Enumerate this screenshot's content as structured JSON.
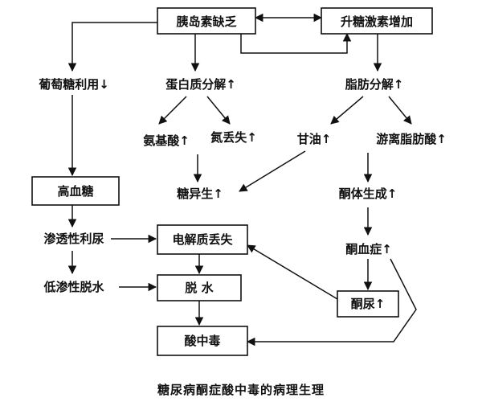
{
  "nodes": {
    "insulin_deficiency": "胰岛素缺乏",
    "glucagon_increase": "升糖激素增加",
    "glucose_utilization": "葡萄糖利用↓",
    "protein_breakdown": "蛋白质分解↑",
    "lipolysis": "脂肪分解↑",
    "amino_acids": "氨基酸↑",
    "nitrogen_loss": "氮丢失↑",
    "glycerol": "甘油↑",
    "free_fatty_acids": "游离脂肪酸↑",
    "hyperglycemia": "高血糖",
    "gluconeogenesis": "糖异生↑",
    "ketone_formation": "酮体生成↑",
    "osmotic_diuresis": "渗透性利尿",
    "electrolyte_loss": "电解质丢失",
    "ketonemia": "酮血症↑",
    "hypotonic_dehydration": "低渗性脱水",
    "dehydration": "脱 水",
    "ketonuria": "酮尿↑",
    "acidosis": "酸中毒"
  },
  "caption": "糖尿病酮症酸中毒的病理生理",
  "colors": {
    "ink": "#111111",
    "background": "#ffffff"
  }
}
